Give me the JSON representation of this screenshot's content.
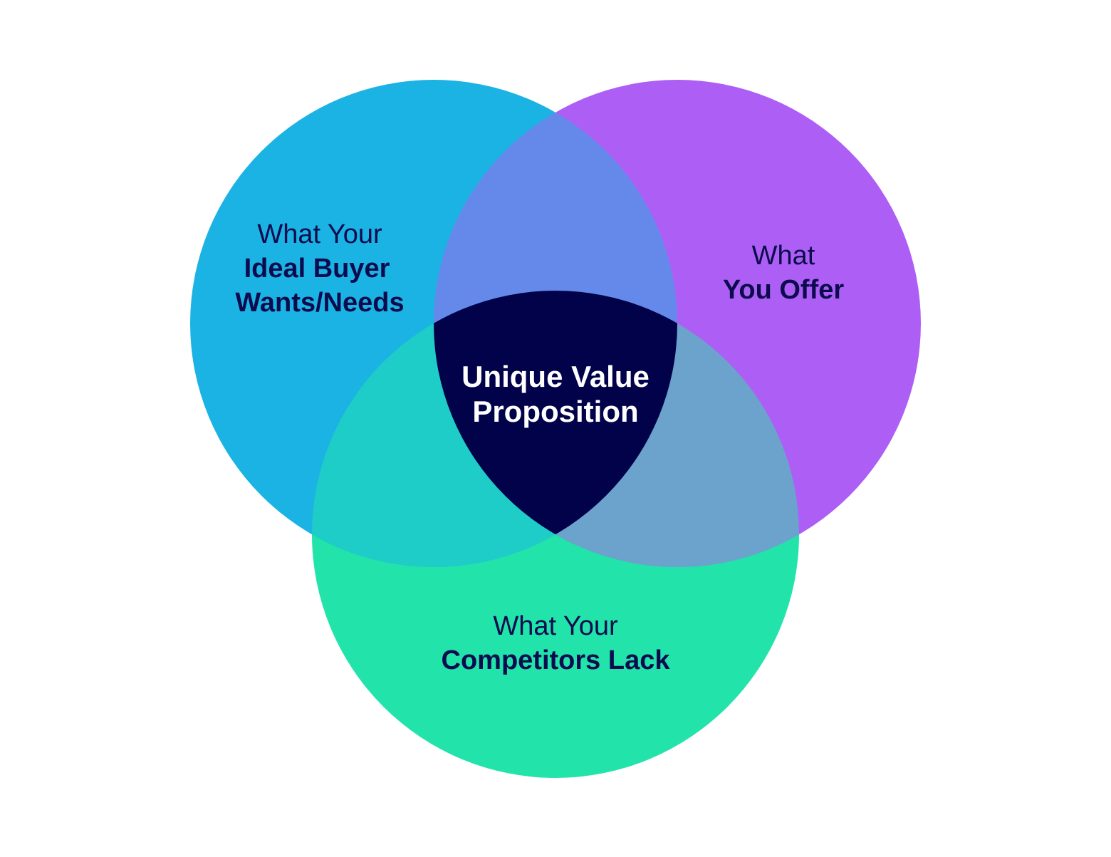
{
  "colors": {
    "buyer_circle": "#1BB3E3",
    "offer_circle": "#AD5FF5",
    "competitor_circle": "#22E3AA",
    "buyer_offer_overlap": "#6589EB",
    "buyer_competitor_overlap": "#1ECCC8",
    "offer_competitor_overlap": "#6BA3CD",
    "center_region": "#02024B",
    "text_dark": "#0B0B4E",
    "text_light": "#FFFFFF"
  },
  "circles": {
    "buyer": {
      "line1": "What Your",
      "line2": "Ideal Buyer",
      "line3": "Wants/Needs"
    },
    "offer": {
      "line1": "What",
      "line2": "You Offer"
    },
    "competitors": {
      "line1": "What Your",
      "line2": "Competitors Lack"
    }
  },
  "center": {
    "line1": "Unique Value",
    "line2": "Proposition"
  }
}
